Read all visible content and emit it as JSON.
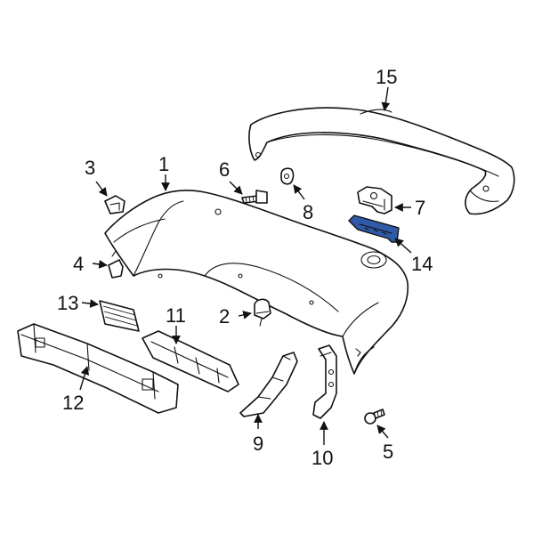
{
  "highlight_color": "#2f5aa8",
  "line_color": "#111111",
  "callouts": [
    {
      "id": "c1",
      "label": "1"
    },
    {
      "id": "c2",
      "label": "2"
    },
    {
      "id": "c3",
      "label": "3"
    },
    {
      "id": "c4",
      "label": "4"
    },
    {
      "id": "c5",
      "label": "5"
    },
    {
      "id": "c6",
      "label": "6"
    },
    {
      "id": "c7",
      "label": "7"
    },
    {
      "id": "c8",
      "label": "8"
    },
    {
      "id": "c9",
      "label": "9"
    },
    {
      "id": "c10",
      "label": "10"
    },
    {
      "id": "c11",
      "label": "11"
    },
    {
      "id": "c12",
      "label": "12"
    },
    {
      "id": "c13",
      "label": "13"
    },
    {
      "id": "c14",
      "label": "14"
    },
    {
      "id": "c15",
      "label": "15"
    }
  ]
}
